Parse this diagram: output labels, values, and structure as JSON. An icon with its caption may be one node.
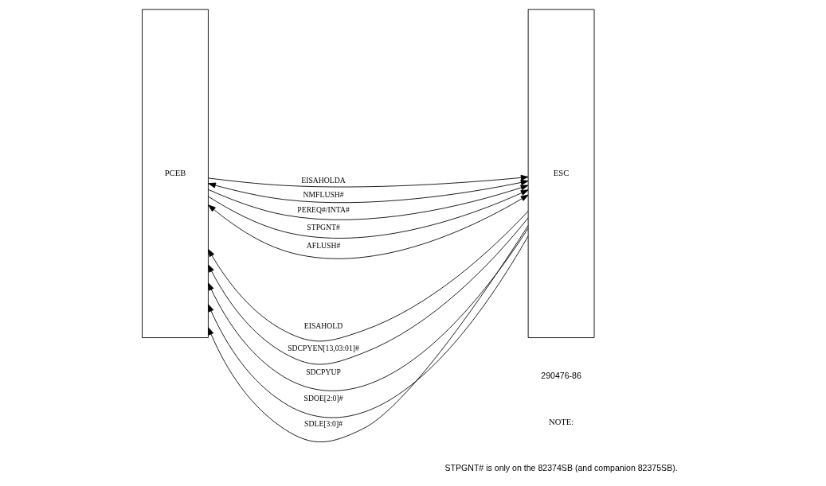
{
  "diagram": {
    "nodes": [
      {
        "text": [
          "PCEB"
        ]
      },
      {
        "text": [
          "ESC"
        ]
      }
    ],
    "edges": [
      {
        "from": 1,
        "to": 0,
        "arrow": "to",
        "label": "EISAHOLD"
      },
      {
        "from": 0,
        "to": 1,
        "arrow": "to",
        "label": "EISAHOLDA"
      },
      {
        "from": 0,
        "to": 1,
        "arrow": "both",
        "label": "NMFLUSH#"
      },
      {
        "from": 0,
        "to": 1,
        "arrow": "to",
        "label": "PEREQ#/INTA#"
      },
      {
        "from": 0,
        "to": 1,
        "arrow": "to",
        "label": "STPGNT#"
      },
      {
        "from": 0,
        "to": 1,
        "arrow": "both",
        "label": "AFLUSH#"
      },
      {
        "from": 1,
        "to": 0,
        "arrow": "to",
        "label": "SDCPYEN[13,03:01]#"
      },
      {
        "from": 1,
        "to": 0,
        "arrow": "to",
        "label": "SDCPYUP"
      },
      {
        "from": 1,
        "to": 0,
        "arrow": "to",
        "label": "SDOE[2:0]#"
      },
      {
        "from": 1,
        "to": 0,
        "arrow": "to",
        "label": "SDLE[3:0]#"
      }
    ],
    "labels": [
      "290476-86",
      "NOTE:",
      "STPGNT# is only on the 82374SB (and companion 82375SB)."
    ]
  }
}
